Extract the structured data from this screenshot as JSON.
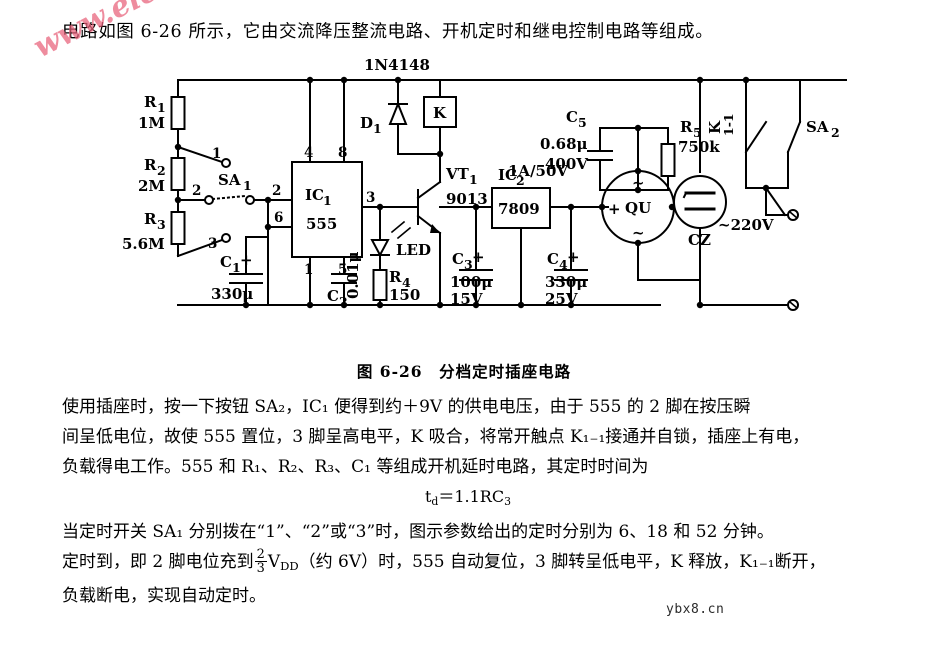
{
  "intro": "电路如图 6-26 所示，它由交流降压整流电路、开机定时和继电控制电路等组成。",
  "figure": {
    "caption": "图 6-26　分档定时插座电路",
    "labels": {
      "r1": "R₁",
      "r1_val": "1M",
      "r2": "R₂",
      "r2_val": "2M",
      "r3": "R₃",
      "r3_val": "5.6M",
      "r4": "R₄",
      "r4_val": "150",
      "r5": "R₅",
      "r5_val": "750k",
      "c1": "C₁",
      "c1_val": "330μ",
      "c2": "C₂",
      "c2_val": "0.01μ",
      "c3": "C₃",
      "c3_val": "100μ",
      "c3_val2": "15V",
      "c4": "C₄",
      "c4_val": "330μ",
      "c4_val2": "25V",
      "c5": "C₅",
      "c5_val": "0.68μ",
      "c5_val2": "400V",
      "ic1": "IC₁",
      "ic1_type": "555",
      "ic2": "IC₂",
      "ic2_type": "7809",
      "vt1": "VT₁",
      "vt1_type": "9013",
      "d1": "D₁",
      "d1_type": "1N4148",
      "led": "LED",
      "k": "K",
      "k11": "K₁₋₁",
      "sa1": "SA₁",
      "sa2": "SA₂",
      "qu": "QU",
      "qu_rating": "1A/50V",
      "cz": "CZ",
      "mains": "~220V",
      "sw_pos1": "1",
      "sw_pos2": "2",
      "sw_pos3": "3",
      "pin1": "1",
      "pin2": "2",
      "pin3": "3",
      "pin4": "4",
      "pin5": "5",
      "pin6": "6",
      "pin8": "8",
      "plus": "+",
      "ac_sym": "~"
    }
  },
  "paragraphs": {
    "p1_line1": "使用插座时，按一下按钮 SA₂，IC₁ 便得到约＋9V 的供电电压，由于 555 的 2 脚在按压瞬",
    "p1_line2": "间呈低电位，故使 555 置位，3 脚呈高电平，K 吸合，将常开触点 K₁₋₁接通并自锁，插座上有电，",
    "p1_line3": "负载得电工作。555 和 R₁、R₂、R₃、C₁ 等组成开机延时电路，其定时时间为",
    "formula_prefix": "t",
    "formula_sub": "d",
    "formula_rest": "＝1.1RC",
    "formula_rest_sub": "3",
    "p2_line1": "当定时开关 SA₁ 分别拨在“1”、“2”或“3”时，图示参数给出的定时分别为 6、18 和 52 分钟。",
    "p3_a": "定时到，即 2 脚电位充到",
    "p3_frac_num": "2",
    "p3_frac_den": "3",
    "p3_b": "V",
    "p3_b_sub": "DD",
    "p3_c": "（约 6V）时，555 自动复位，3 脚转呈低电平，K 释放，K₁₋₁断开，",
    "p3_line2": "负载断电，实现自动定时。"
  },
  "watermarks": {
    "elecfans": "www.elecfans.com",
    "ybx": "ybx8.cn"
  },
  "colors": {
    "ink": "#000000",
    "watermark_pink": "#e8607a",
    "page_bg": "#ffffff"
  }
}
